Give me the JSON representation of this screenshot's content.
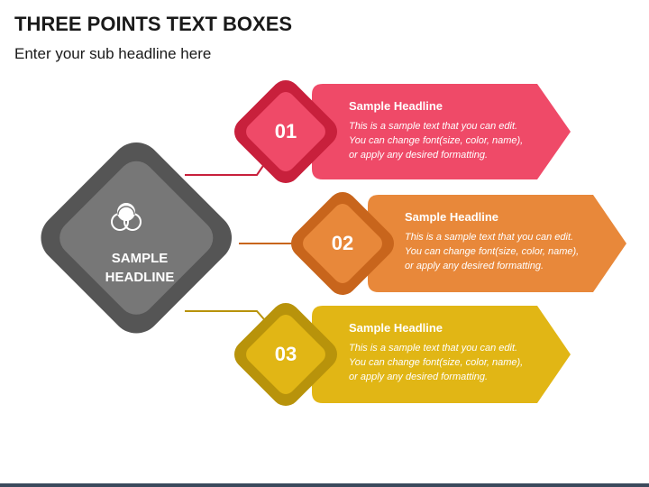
{
  "header": {
    "title": "THREE POINTS TEXT BOXES",
    "subtitle": "Enter your sub headline here"
  },
  "center": {
    "label_line1": "SAMPLE",
    "label_line2": "HEADLINE",
    "icon": "venn-circles-icon",
    "color": "#6e6e6e"
  },
  "points": [
    {
      "number": "01",
      "headline": "Sample Headline",
      "body_line1": "This is a sample text that you can edit.",
      "body_line2": "You can change font(size, color, name),",
      "body_line3": "or apply any desired formatting.",
      "color": "#ef4a68"
    },
    {
      "number": "02",
      "headline": "Sample Headline",
      "body_line1": "This is a sample text that you can edit.",
      "body_line2": "You can change font(size, color, name),",
      "body_line3": "or apply any desired formatting.",
      "color": "#e8883a"
    },
    {
      "number": "03",
      "headline": "Sample Headline",
      "body_line1": "This is a sample text that you can edit.",
      "body_line2": "You can change font(size, color, name),",
      "body_line3": "or apply any desired formatting.",
      "color": "#e1b615"
    }
  ]
}
